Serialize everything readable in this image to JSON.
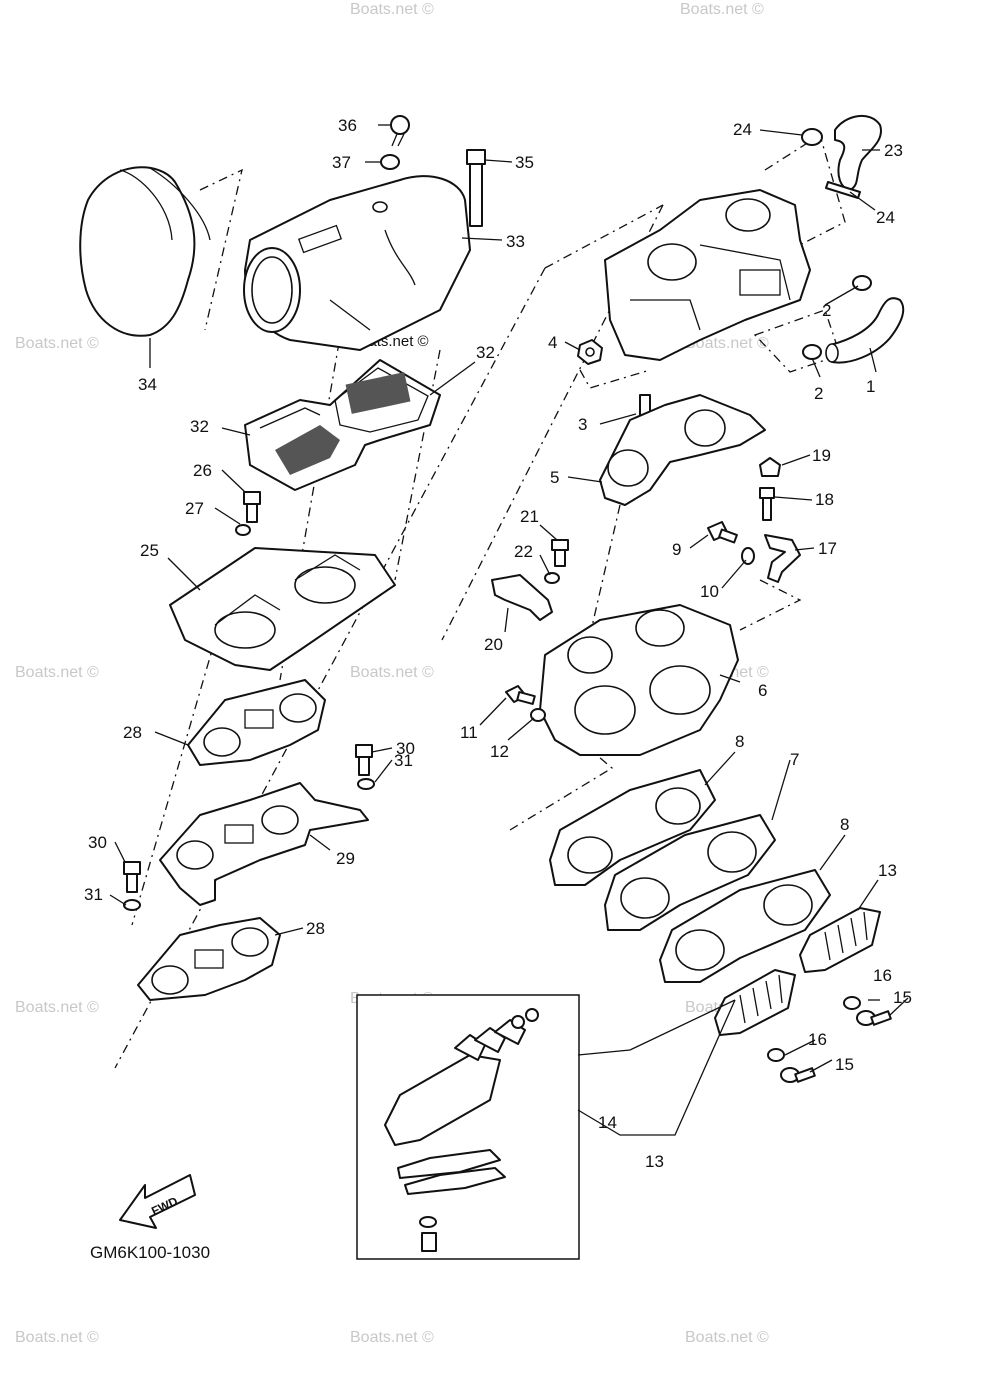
{
  "diagram": {
    "code": "GM6K100-1030",
    "fwd_label": "FWD",
    "watermark_text": "Boats.net ©",
    "callouts": {
      "c1": "1",
      "c2a": "2",
      "c2b": "2",
      "c3": "3",
      "c4": "4",
      "c5": "5",
      "c6": "6",
      "c7": "7",
      "c8a": "8",
      "c8b": "8",
      "c9": "9",
      "c10": "10",
      "c11": "11",
      "c12": "12",
      "c13a": "13",
      "c13b": "13",
      "c14": "14",
      "c15a": "15",
      "c15b": "15",
      "c16a": "16",
      "c16b": "16",
      "c17": "17",
      "c18": "18",
      "c19": "19",
      "c20": "20",
      "c21": "21",
      "c22": "22",
      "c23": "23",
      "c24a": "24",
      "c24b": "24",
      "c25": "25",
      "c26": "26",
      "c27": "27",
      "c28a": "28",
      "c28b": "28",
      "c29": "29",
      "c30a": "30",
      "c30b": "30",
      "c31a": "31",
      "c31b": "31",
      "c32a": "32",
      "c32b": "32",
      "c33": "33",
      "c34": "34",
      "c35": "35",
      "c36": "36",
      "c37": "37"
    }
  }
}
